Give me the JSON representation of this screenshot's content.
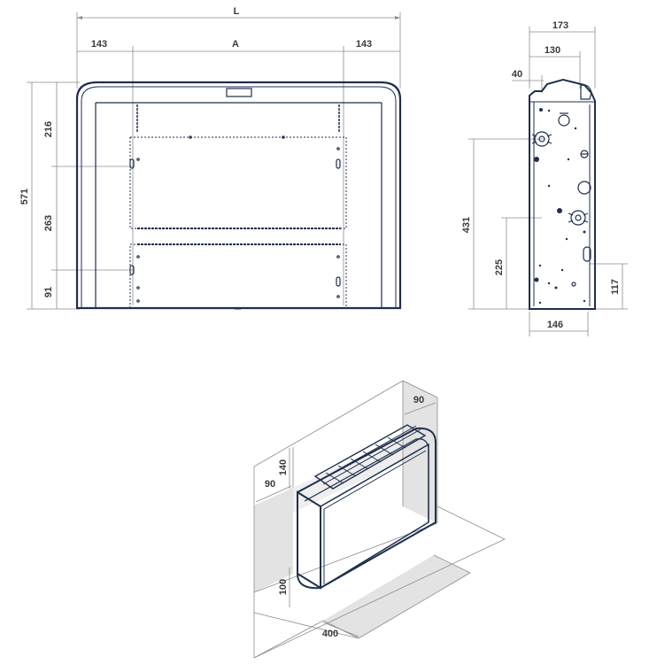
{
  "front_view": {
    "width_L": "L",
    "side_left": "143",
    "center_A": "A",
    "side_right": "143",
    "height_total": "571",
    "height_top": "216",
    "height_mid": "263",
    "height_bottom": "91"
  },
  "side_view": {
    "depth_total": "173",
    "depth_mid": "130",
    "depth_small": "40",
    "height_upper": "431",
    "height_mid": "225",
    "height_low": "117",
    "depth_bottom": "146"
  },
  "clearance_view": {
    "right_clear": "90",
    "top_clear": "140",
    "left_clear": "90",
    "bottom_clear": "100",
    "front_clear": "400"
  },
  "colors": {
    "outline": "#1f2f4d",
    "dimension": "#8c8c8c",
    "shade": "#e3e3e3"
  }
}
